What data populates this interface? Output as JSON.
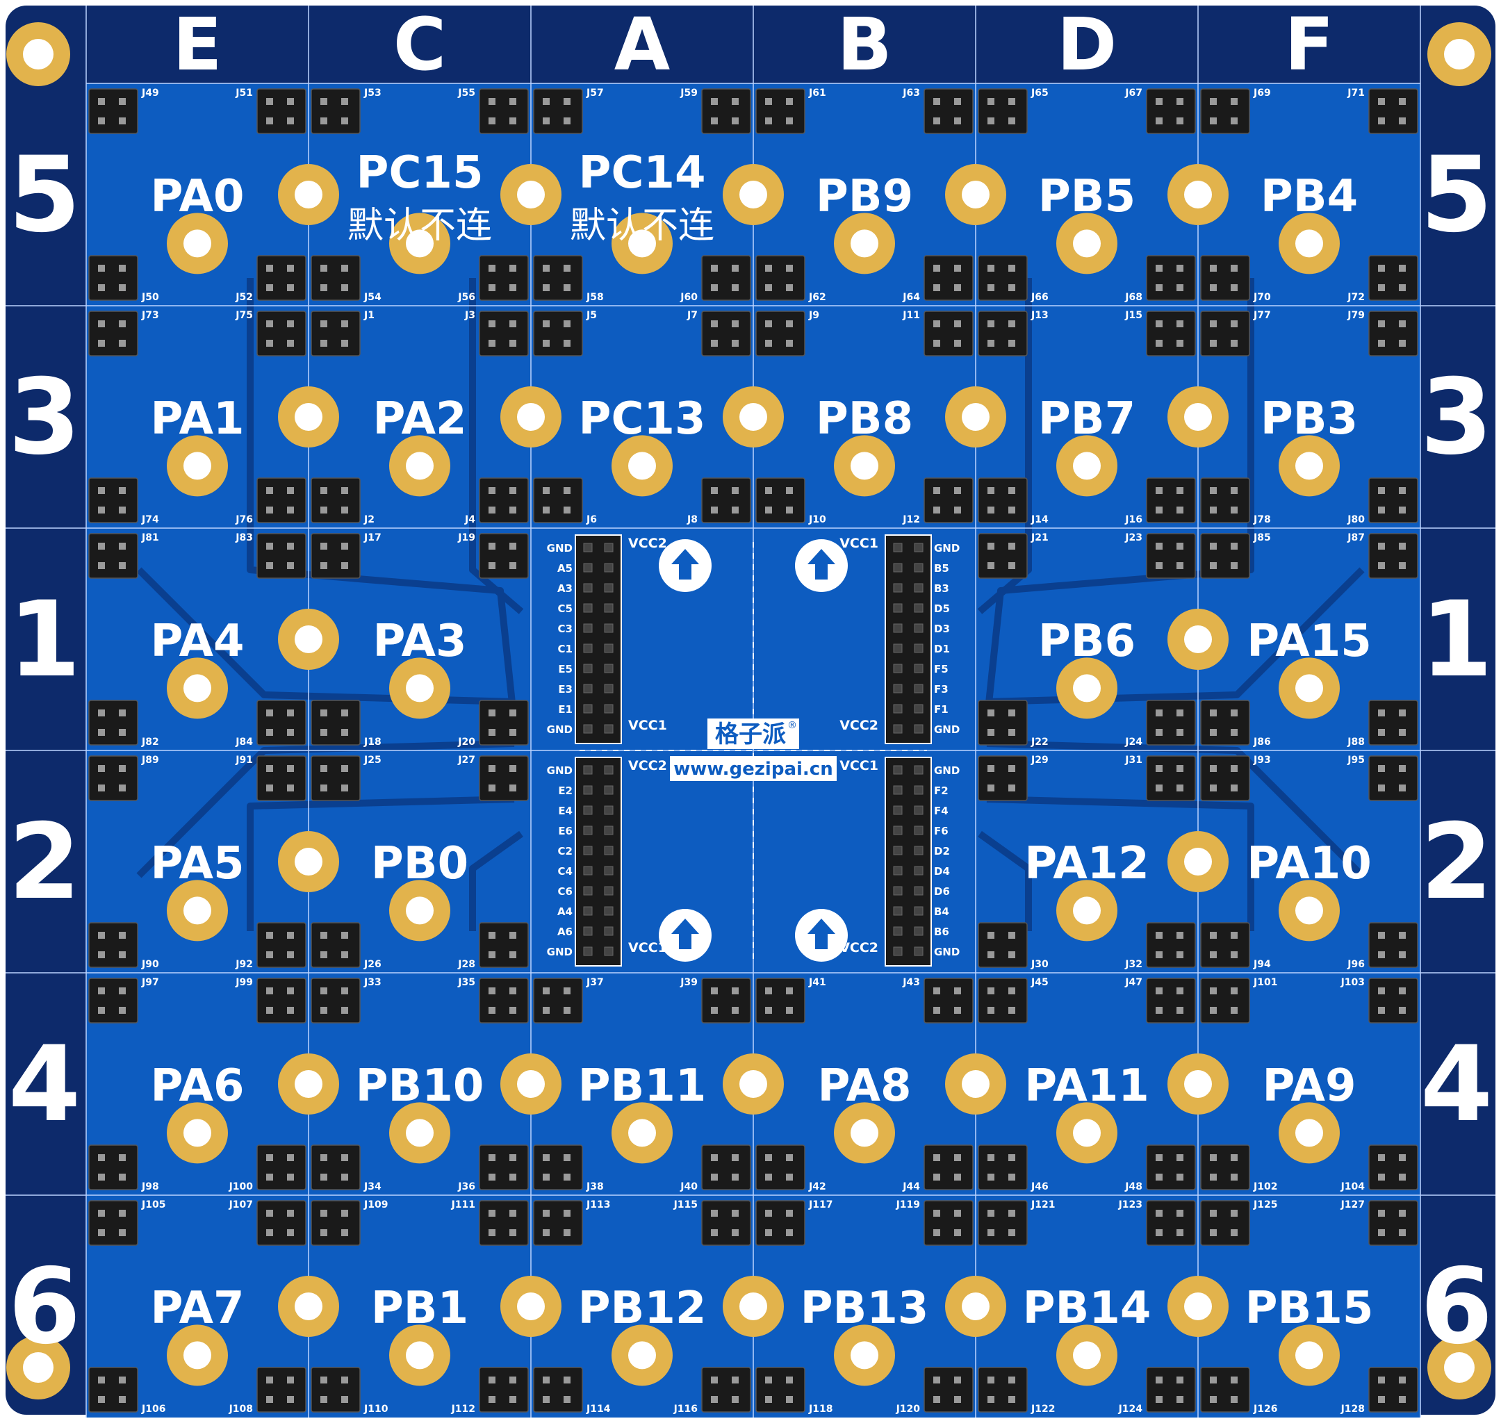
{
  "board": {
    "colors": {
      "frame": "#0d2a6b",
      "board": "#0d5cc0",
      "trace": "#0a3f8f",
      "pad": "#e2b34c",
      "hole": "#ffffff",
      "header": "#1a1a1a",
      "silk": "#ffffff",
      "grid_line": "#bcd3ff"
    },
    "columns": [
      "E",
      "C",
      "A",
      "B",
      "D",
      "F"
    ],
    "rows": [
      "5",
      "3",
      "1",
      "2",
      "4",
      "6"
    ],
    "cells": [
      [
        "PA0",
        "PC15",
        "PC14",
        "PB9",
        "PB5",
        "PB4"
      ],
      [
        "PA1",
        "PA2",
        "PC13",
        "PB8",
        "PB7",
        "PB3"
      ],
      [
        "PA4",
        "PA3",
        "",
        "",
        "PB6",
        "PA15"
      ],
      [
        "PA5",
        "PB0",
        "",
        "",
        "PA12",
        "PA10"
      ],
      [
        "PA6",
        "PB10",
        "PB11",
        "PA8",
        "PA11",
        "PA9"
      ],
      [
        "PA7",
        "PB1",
        "PB12",
        "PB13",
        "PB14",
        "PB15"
      ]
    ],
    "cell_notes": [
      [
        "",
        "默认不连",
        "默认不连",
        "",
        "",
        ""
      ],
      [
        "",
        "",
        "",
        "",
        "",
        ""
      ],
      [
        "",
        "",
        "",
        "",
        "",
        ""
      ],
      [
        "",
        "",
        "",
        "",
        "",
        ""
      ],
      [
        "",
        "",
        "",
        "",
        "",
        ""
      ],
      [
        "",
        "",
        "",
        "",
        "",
        ""
      ]
    ],
    "jumper_labels": [
      [
        "J49",
        "J51",
        "J53",
        "J55",
        "J57",
        "J59",
        "J61",
        "J63",
        "J65",
        "J67",
        "J69",
        "J71"
      ],
      [
        "J50",
        "J52",
        "J54",
        "J56",
        "J58",
        "J60",
        "J62",
        "J64",
        "J66",
        "J68",
        "J70",
        "J72"
      ],
      [
        "J73",
        "J75",
        "J1",
        "J3",
        "J5",
        "J7",
        "J9",
        "J11",
        "J13",
        "J15",
        "J77",
        "J79"
      ],
      [
        "J74",
        "J76",
        "J2",
        "J4",
        "J6",
        "J8",
        "J10",
        "J12",
        "J14",
        "J16",
        "J78",
        "J80"
      ],
      [
        "J81",
        "J83",
        "J17",
        "J19",
        "",
        "",
        "",
        "",
        "J21",
        "J23",
        "J85",
        "J87"
      ],
      [
        "J82",
        "J84",
        "J18",
        "J20",
        "",
        "",
        "",
        "",
        "J22",
        "J24",
        "J86",
        "J88"
      ],
      [
        "J89",
        "J91",
        "J25",
        "J27",
        "",
        "",
        "",
        "",
        "J29",
        "J31",
        "J93",
        "J95"
      ],
      [
        "J90",
        "J92",
        "J26",
        "J28",
        "",
        "",
        "",
        "",
        "J30",
        "J32",
        "J94",
        "J96"
      ],
      [
        "J97",
        "J99",
        "J33",
        "J35",
        "J37",
        "J39",
        "J41",
        "J43",
        "J45",
        "J47",
        "J101",
        "J103"
      ],
      [
        "J98",
        "J100",
        "J34",
        "J36",
        "J38",
        "J40",
        "J42",
        "J44",
        "J46",
        "J48",
        "J102",
        "J104"
      ],
      [
        "J105",
        "J107",
        "J109",
        "J111",
        "J113",
        "J115",
        "J117",
        "J119",
        "J121",
        "J123",
        "J125",
        "J127"
      ],
      [
        "J106",
        "J108",
        "J110",
        "J112",
        "J114",
        "J116",
        "J118",
        "J120",
        "J122",
        "J124",
        "J126",
        "J128"
      ]
    ],
    "header_left_top": [
      "GND",
      "A5",
      "A3",
      "C5",
      "C3",
      "C1",
      "E5",
      "E3",
      "E1",
      "GND"
    ],
    "header_left_bottom": [
      "GND",
      "E2",
      "E4",
      "E6",
      "C2",
      "C4",
      "C6",
      "A4",
      "A6",
      "GND"
    ],
    "header_right_top": [
      "GND",
      "B5",
      "B3",
      "D5",
      "D3",
      "D1",
      "F5",
      "F3",
      "F1",
      "GND"
    ],
    "header_right_bottom": [
      "GND",
      "F2",
      "F4",
      "F6",
      "D2",
      "D4",
      "D6",
      "B4",
      "B6",
      "GND"
    ],
    "vcc_labels": {
      "lt_top": "VCC2",
      "lt_bottom": "VCC1",
      "rt_top": "VCC1",
      "rt_bottom": "VCC2",
      "lb_top": "VCC2",
      "lb_bottom": "VCC1",
      "rb_top": "VCC1",
      "rb_bottom": "VCC2"
    },
    "brand": "格子派",
    "brand_mark": "®",
    "url": "www.gezipai.cn"
  }
}
